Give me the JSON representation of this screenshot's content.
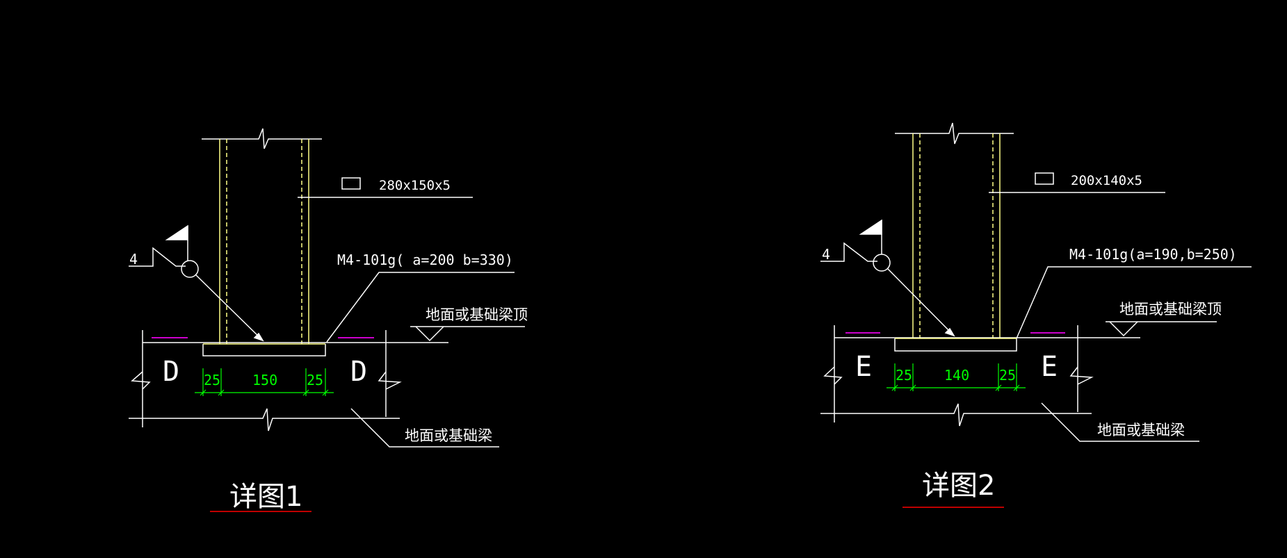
{
  "colors": {
    "background": "#000000",
    "line": "#ffffff",
    "weld_line": "#ffff88",
    "dimension": "#00ff00",
    "magenta_mark": "#cc00cc",
    "title_underline": "#ff0000"
  },
  "details": [
    {
      "section_label": "280x150x5",
      "embed_label": "M4-101g( a=200 b=330)",
      "ground_top_label": "地面或基础梁顶",
      "ground_beam_label": "地面或基础梁",
      "weld_size": "4",
      "axis_letter": "D",
      "dim_left": "25",
      "dim_mid": "150",
      "dim_right": "25",
      "title": "详图1"
    },
    {
      "section_label": "200x140x5",
      "embed_label": "M4-101g(a=190,b=250)",
      "ground_top_label": "地面或基础梁顶",
      "ground_beam_label": "地面或基础梁",
      "weld_size": "4",
      "axis_letter": "E",
      "dim_left": "25",
      "dim_mid": "140",
      "dim_right": "25",
      "title": "详图2"
    }
  ]
}
